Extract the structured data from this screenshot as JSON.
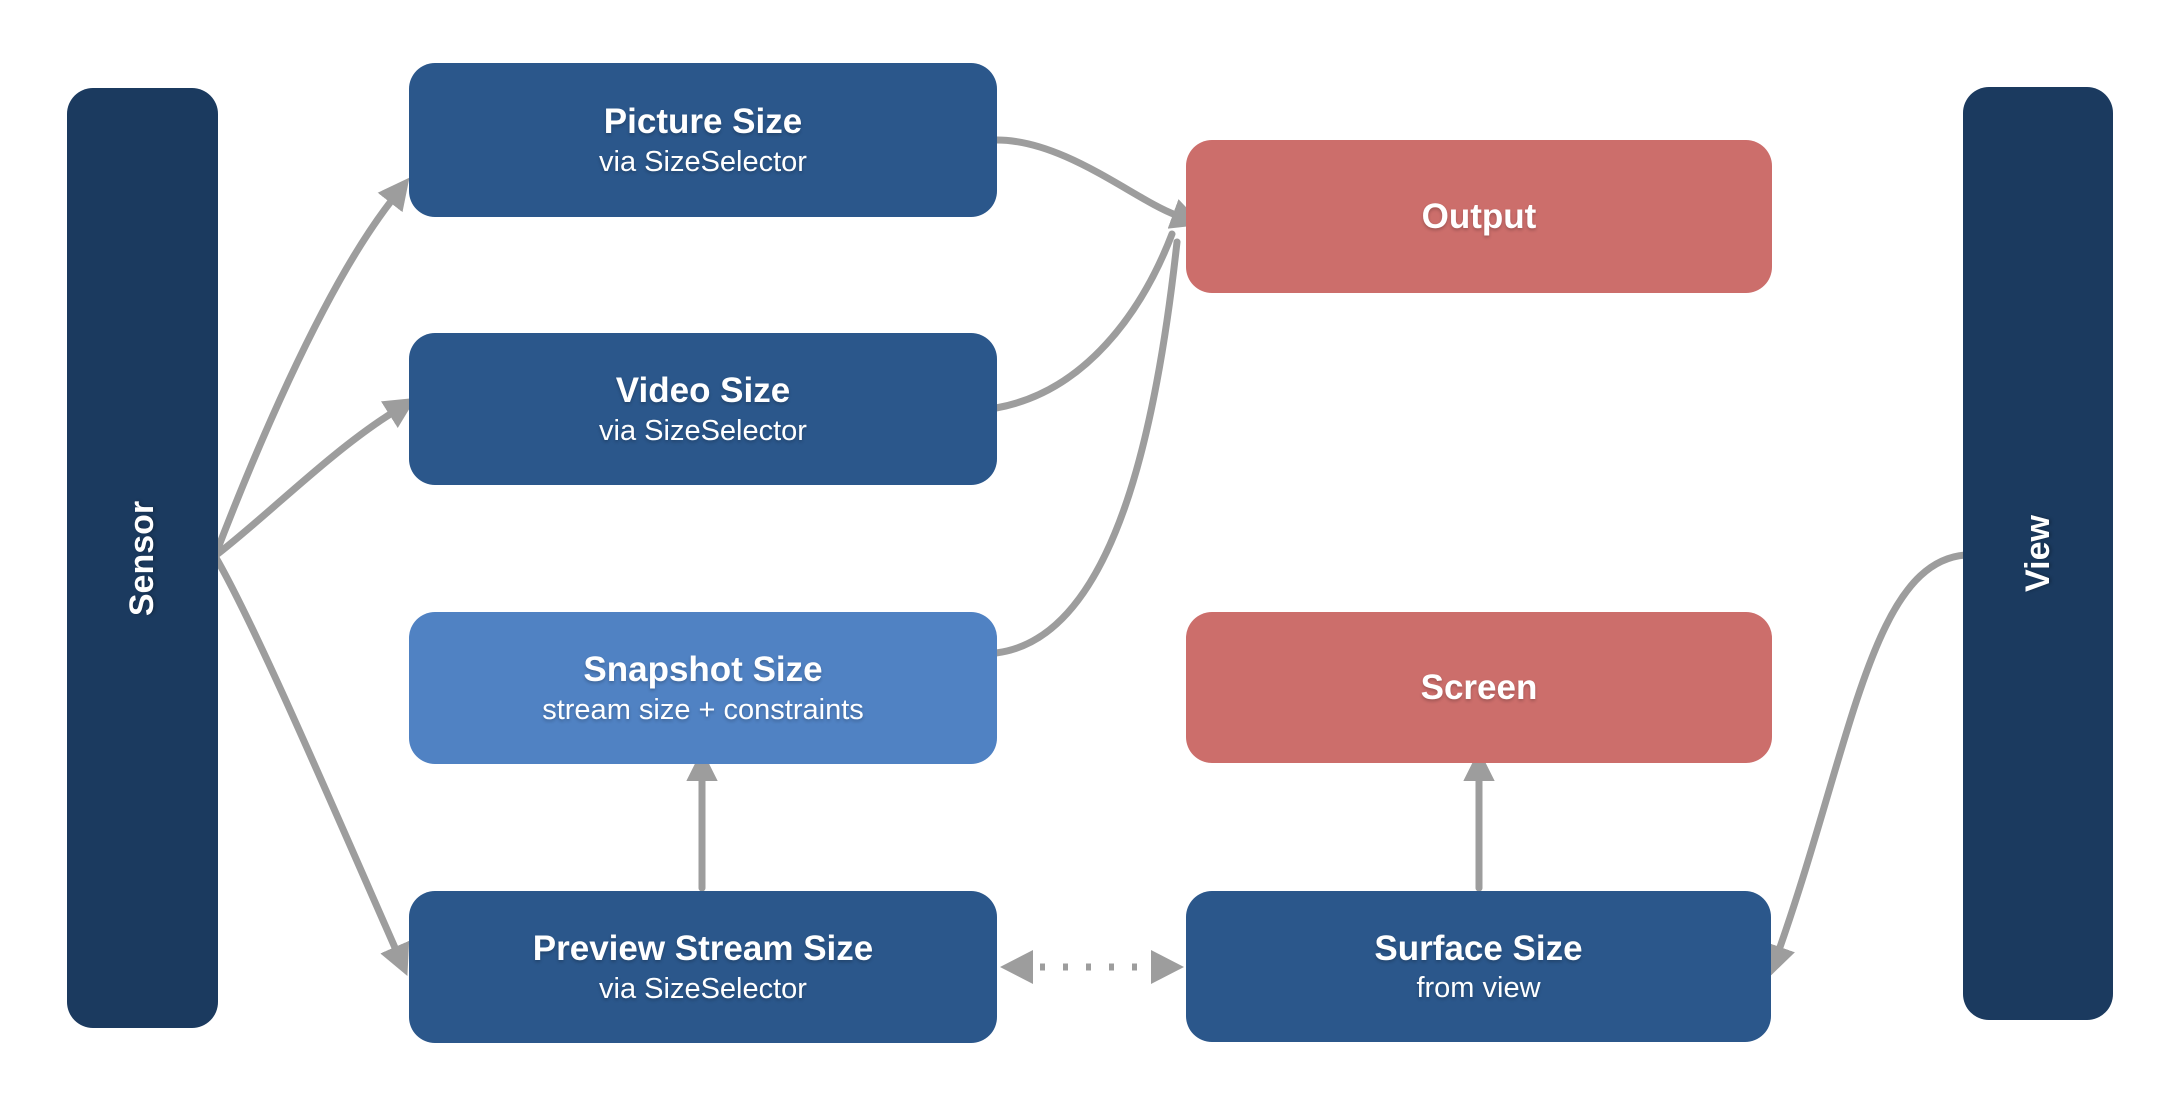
{
  "diagram": {
    "lanes": {
      "sensor": {
        "label": "Sensor"
      },
      "view": {
        "label": "View"
      }
    },
    "nodes": {
      "picture": {
        "title": "Picture Size",
        "subtitle": "via SizeSelector"
      },
      "video": {
        "title": "Video Size",
        "subtitle": "via SizeSelector"
      },
      "snapshot": {
        "title": "Snapshot Size",
        "subtitle": "stream size + constraints"
      },
      "preview": {
        "title": "Preview Stream Size",
        "subtitle": "via SizeSelector"
      },
      "output": {
        "title": "Output"
      },
      "screen": {
        "title": "Screen"
      },
      "surface": {
        "title": "Surface Size",
        "subtitle": "from view"
      }
    },
    "colors": {
      "lane": "#1B3A5F",
      "node_blue": "#2B578B",
      "node_light_blue": "#5082C3",
      "node_red": "#CC6E6B",
      "arrow": "#9D9D9D",
      "background": "#FFFFFF",
      "text": "#FFFFFF"
    }
  }
}
